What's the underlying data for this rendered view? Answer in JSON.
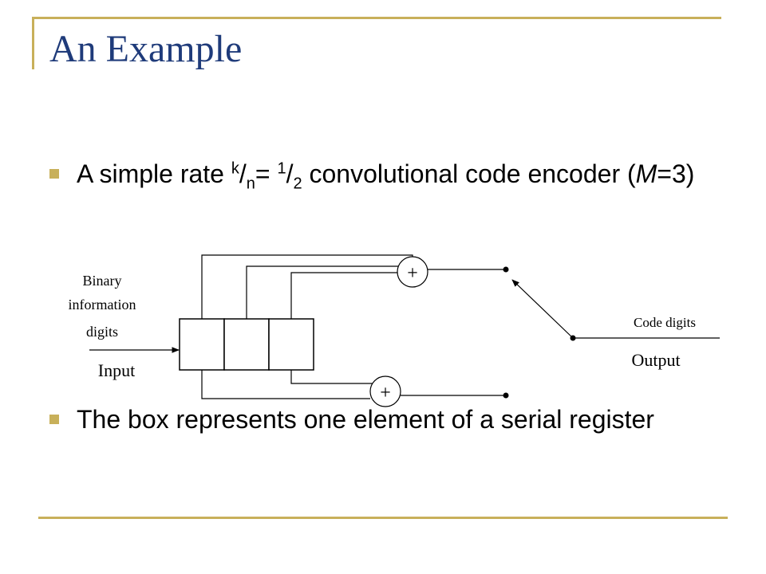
{
  "slide": {
    "title": "An Example",
    "bullets": [
      {
        "pre": "A simple rate ",
        "k": "k",
        "slash1": "/",
        "n": "n",
        "eq": "= ",
        "one": "1",
        "slash2": "/",
        "two": "2",
        "post1": " convolutional code encoder (",
        "m": "M",
        "post2": "=3)"
      },
      {
        "text": "The box represents one element of a serial register"
      }
    ]
  },
  "diagram": {
    "labels": {
      "binary": "Binary",
      "information": "information",
      "digits": "digits",
      "input": "Input",
      "code_digits": "Code digits",
      "output": "Output"
    },
    "adder_symbol": "+"
  }
}
